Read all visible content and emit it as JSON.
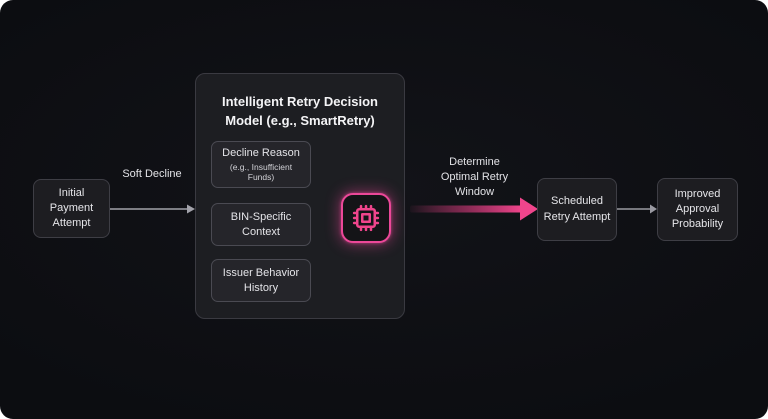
{
  "colors": {
    "background": "#0c0d11",
    "node_bg": "#1d1d21",
    "node_border": "#3e3e45",
    "container_bg": "#1d1e22",
    "inner_box_bg": "#25252a",
    "pink_accent": "#ec4899",
    "pink_arrow_bright": "#f0458c",
    "gray_arrow": "#a2a2aa",
    "inner_connector": "#6b6b73",
    "text": "#e6e6ea"
  },
  "flow": {
    "initial_node": "Initial Payment Attempt",
    "soft_decline_label": "Soft Decline",
    "model": {
      "title": "Intelligent Retry Decision Model (e.g., SmartRetry)",
      "inputs": [
        {
          "label": "Decline Reason",
          "sublabel": "(e.g., Insufficient Funds)"
        },
        {
          "label": "BIN-Specific Context",
          "sublabel": ""
        },
        {
          "label": "Issuer Behavior History",
          "sublabel": ""
        }
      ],
      "icon": "cpu-chip-icon"
    },
    "determine_label": "Determine Optimal Retry Window",
    "scheduled_node": "Scheduled Retry Attempt",
    "improved_node": "Improved Approval Probability"
  }
}
